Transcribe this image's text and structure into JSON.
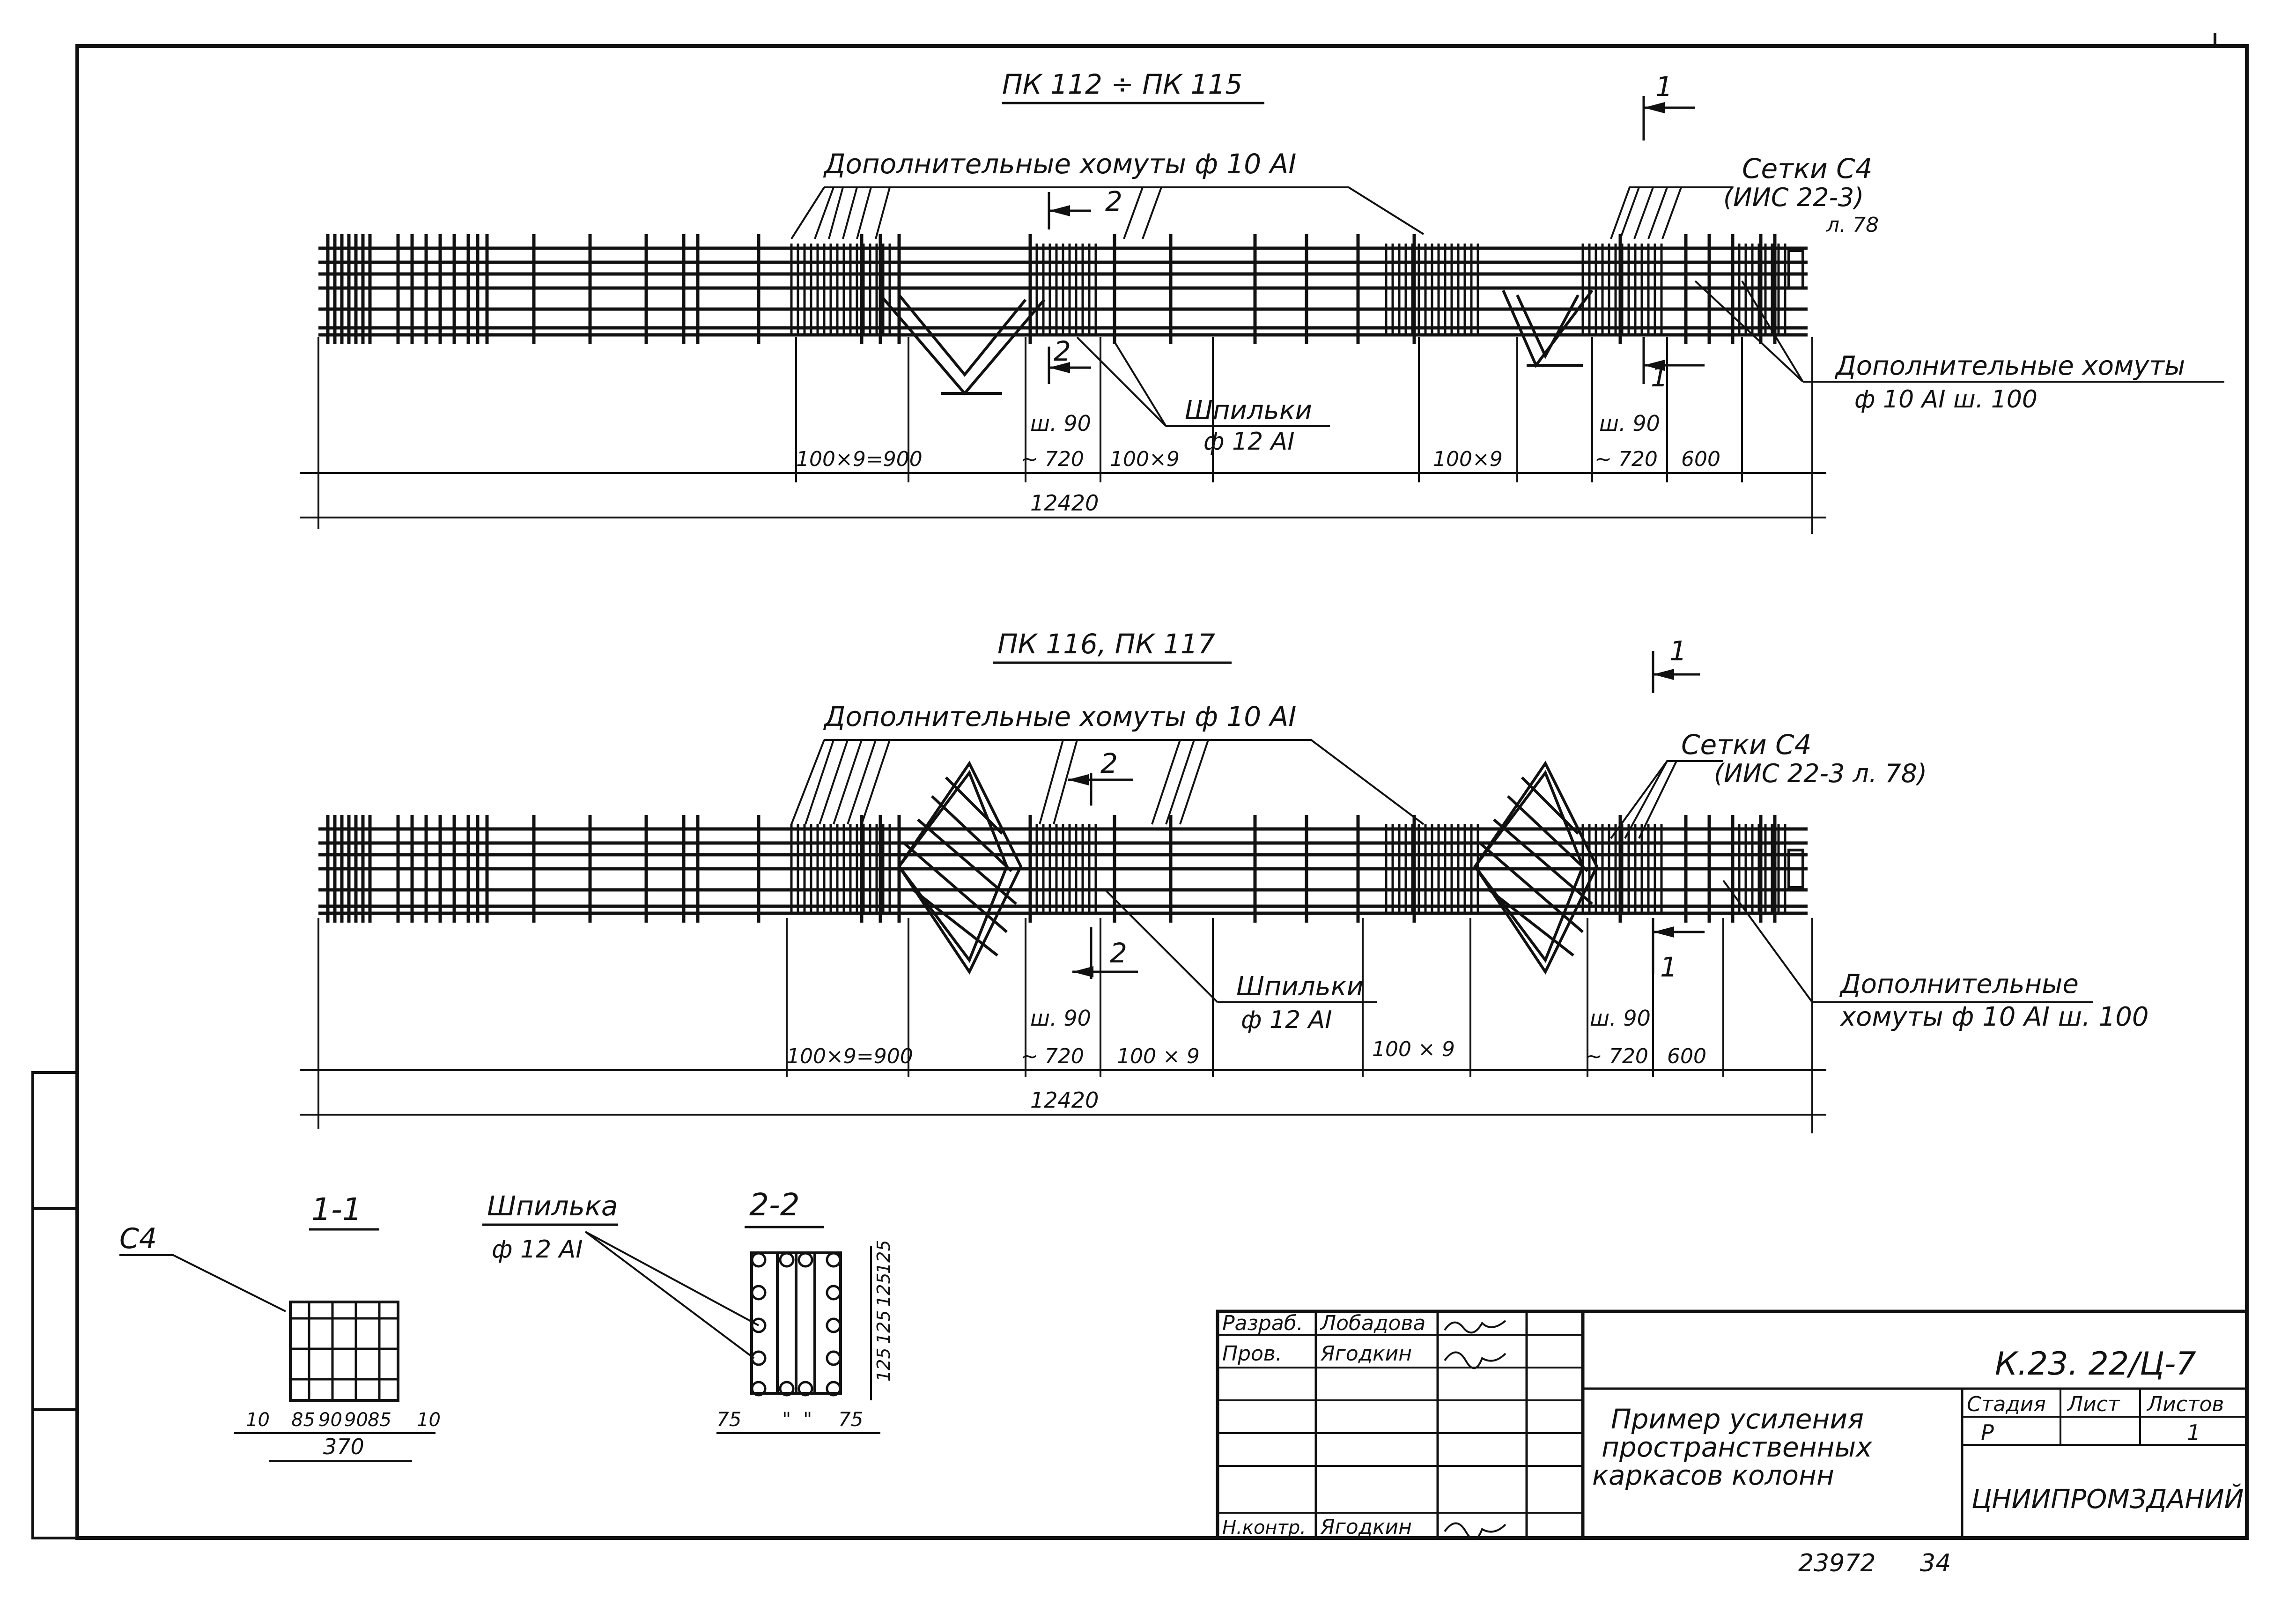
{
  "drawing": {
    "view1": {
      "title": "ПК 112 ÷ ПК 115",
      "callout_stirrups": "Дополнительные хомуты ф 10 АI",
      "callout_nets": "Сетки С4",
      "callout_nets_ref": "(ИИС 22-3)",
      "callout_nets_sheet": "л. 78",
      "callout_extra_stirrups_1": "Дополнительные хомуты",
      "callout_extra_stirrups_2": "ф 10 АI  ш. 100",
      "callout_pins_1": "Шпильки",
      "callout_pins_2": "ф 12 АI",
      "section1_mark": "1",
      "section1_mark_bottom": "1",
      "section2_mark": "2",
      "section2_mark_bottom": "2",
      "dim_100x9_900": "100×9=900",
      "dim_step90_a": "ш. 90",
      "dim_720_a": "~ 720",
      "dim_100x9_a": "100×9",
      "dim_100x9_b": "100×9",
      "dim_step90_b": "ш. 90",
      "dim_720_b": "~ 720",
      "dim_600": "600",
      "dim_total": "12420"
    },
    "view2": {
      "title": "ПК 116,   ПК 117",
      "callout_stirrups": "Дополнительные хомуты ф 10 АI",
      "callout_nets": "Сетки С4",
      "callout_nets_ref": "(ИИС 22-3  л. 78)",
      "callout_extra_stirrups_1": "Дополнительные",
      "callout_extra_stirrups_2": "хомуты ф 10 АI  ш. 100",
      "callout_pins_1": "Шпильки",
      "callout_pins_2": "ф 12 АI",
      "section1_mark": "1",
      "section1_mark_bottom": "1",
      "section2_mark": "2",
      "section2_mark_bottom": "2",
      "dim_100x9_900": "100×9=900",
      "dim_step90_a": "ш. 90",
      "dim_720_a": "~ 720",
      "dim_100x9_a": "100 × 9",
      "dim_100x9_b": "100 × 9",
      "dim_step90_b": "ш. 90",
      "dim_720_b": "~ 720",
      "dim_600": "600",
      "dim_total": "12420"
    },
    "section_1_1": {
      "title": "1-1",
      "label_c4": "С4",
      "dims": [
        "10",
        "85",
        "90",
        "90",
        "85",
        "10"
      ],
      "dim_total": "370"
    },
    "pin_callout": {
      "line1": "Шпилька",
      "line2": "ф 12 АI"
    },
    "section_2_2": {
      "title": "2-2",
      "bottom_dims": [
        "75",
        "\"",
        "\"",
        "75"
      ],
      "side_dims": [
        "125",
        "125",
        "125",
        "125"
      ]
    }
  },
  "title_block": {
    "role_developer": "Разраб.",
    "name_developer": "Лобадова",
    "role_checker": "Пров.",
    "name_checker": "Ягодкин",
    "role_norm": "Н.контр.",
    "name_norm": "Ягодкин",
    "doc_code": "К.23. 22/Ц-7",
    "description_1": "Пример  усиления",
    "description_2": "пространственных",
    "description_3": "каркасов    колонн",
    "head_stage": "Стадия",
    "head_sheet": "Лист",
    "head_sheets": "Листов",
    "stage": "Р",
    "sheets": "1",
    "organization": "ЦНИИПРОМЗДАНИЙ",
    "archive_no": "23972",
    "page_no": "34"
  }
}
